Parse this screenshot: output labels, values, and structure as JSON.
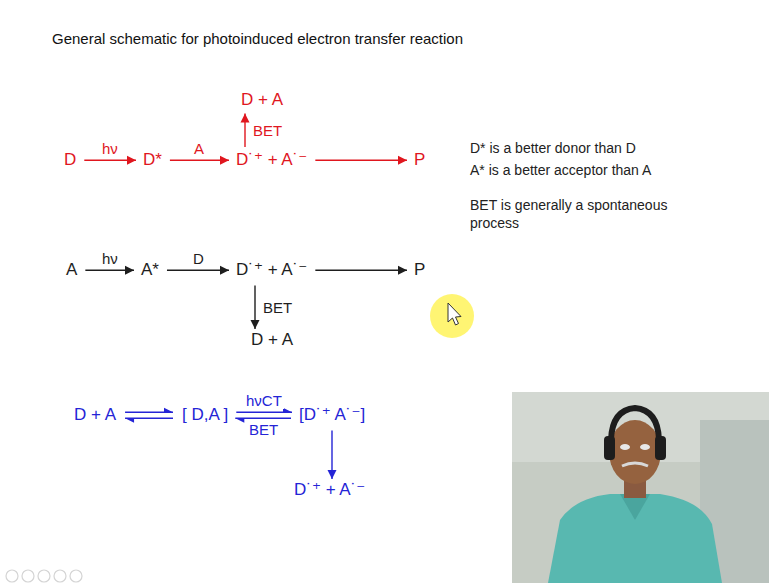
{
  "diagram": {
    "title": "General schematic for photoinduced electron transfer reaction",
    "nodes": [
      {
        "text": [
          "D + A"
        ]
      },
      {
        "text": [
          "D"
        ]
      },
      {
        "text": [
          "D*"
        ]
      },
      {
        "text": [
          "D˙⁺ + A˙⁻"
        ]
      },
      {
        "text": [
          "P"
        ]
      },
      {
        "text": [
          "A"
        ]
      },
      {
        "text": [
          "A*"
        ]
      },
      {
        "text": [
          "D˙⁺ + A˙⁻"
        ]
      },
      {
        "text": [
          "P"
        ]
      },
      {
        "text": [
          "D + A"
        ]
      },
      {
        "text": [
          "D + A"
        ]
      },
      {
        "text": [
          "[ D,A ]"
        ]
      },
      {
        "text": [
          "[D˙⁺ A˙⁻]"
        ]
      },
      {
        "text": [
          "D˙⁺ + A˙⁻"
        ]
      }
    ],
    "edges": [
      {
        "from": 1,
        "to": 2,
        "label": "hν",
        "arrow": "to"
      },
      {
        "from": 2,
        "to": 3,
        "label": "A",
        "arrow": "to"
      },
      {
        "from": 3,
        "to": 4,
        "arrow": "to"
      },
      {
        "from": 3,
        "to": 0,
        "label": "BET",
        "arrow": "to"
      },
      {
        "from": 5,
        "to": 6,
        "label": "hν",
        "arrow": "to"
      },
      {
        "from": 6,
        "to": 7,
        "label": "D",
        "arrow": "to"
      },
      {
        "from": 7,
        "to": 8,
        "arrow": "to"
      },
      {
        "from": 7,
        "to": 9,
        "label": "BET",
        "arrow": "to"
      },
      {
        "from": 10,
        "to": 11,
        "arrow": "both"
      },
      {
        "from": 11,
        "to": 12,
        "label": "hνCT",
        "arrow": "to"
      },
      {
        "from": 12,
        "to": 11,
        "label": "BET",
        "arrow": "to"
      },
      {
        "from": 12,
        "to": 13,
        "arrow": "to"
      }
    ],
    "labels": [
      "D* is a better donor than D",
      "A* is a better acceptor than A",
      "BET is generally a spontaneous process"
    ]
  }
}
